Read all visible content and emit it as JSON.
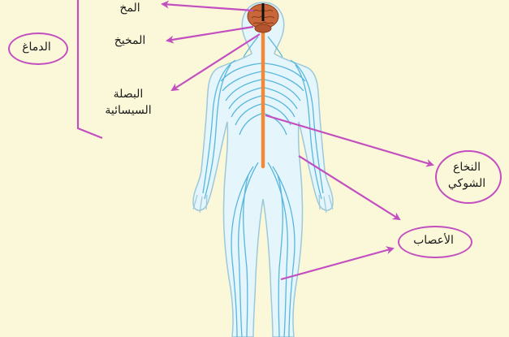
{
  "labels": {
    "cerebrum": "المخ",
    "cerebellum": "المخيخ",
    "medulla_line1": "البصلة",
    "medulla_line2": "السيسائية",
    "brain": "الدماغ",
    "spinal_cord_line1": "النخاع",
    "spinal_cord_line2": "الشوكي",
    "nerves": "الأعصاب"
  },
  "colors": {
    "background": "#fbf8d9",
    "arrow": "#c34ec0",
    "body_fill": "#e4f6fb",
    "body_outline": "#9cc8da",
    "nerve": "#58b6dd",
    "spinal_cord": "#f08a3a",
    "brain": "#c8683a"
  }
}
